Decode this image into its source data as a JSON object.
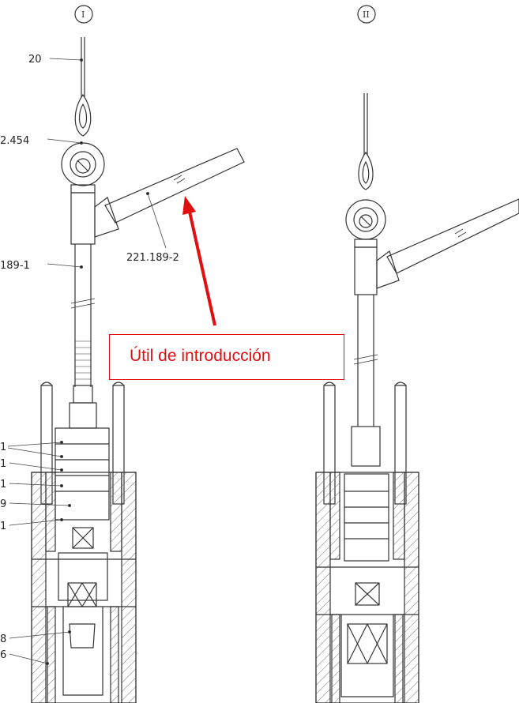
{
  "view_labels": {
    "left": "I",
    "right": "II"
  },
  "part_labels": {
    "p20": "20",
    "p454": "2.454",
    "p189_1": "189-1",
    "p221_189_2": "221.189-2",
    "p1a": "1",
    "p1b": "1",
    "p1c": "1",
    "p9": "9",
    "p1d": "1",
    "p8": "8",
    "p6": "6"
  },
  "callout": {
    "text": "Útil de introducción",
    "color": "#e01010"
  }
}
